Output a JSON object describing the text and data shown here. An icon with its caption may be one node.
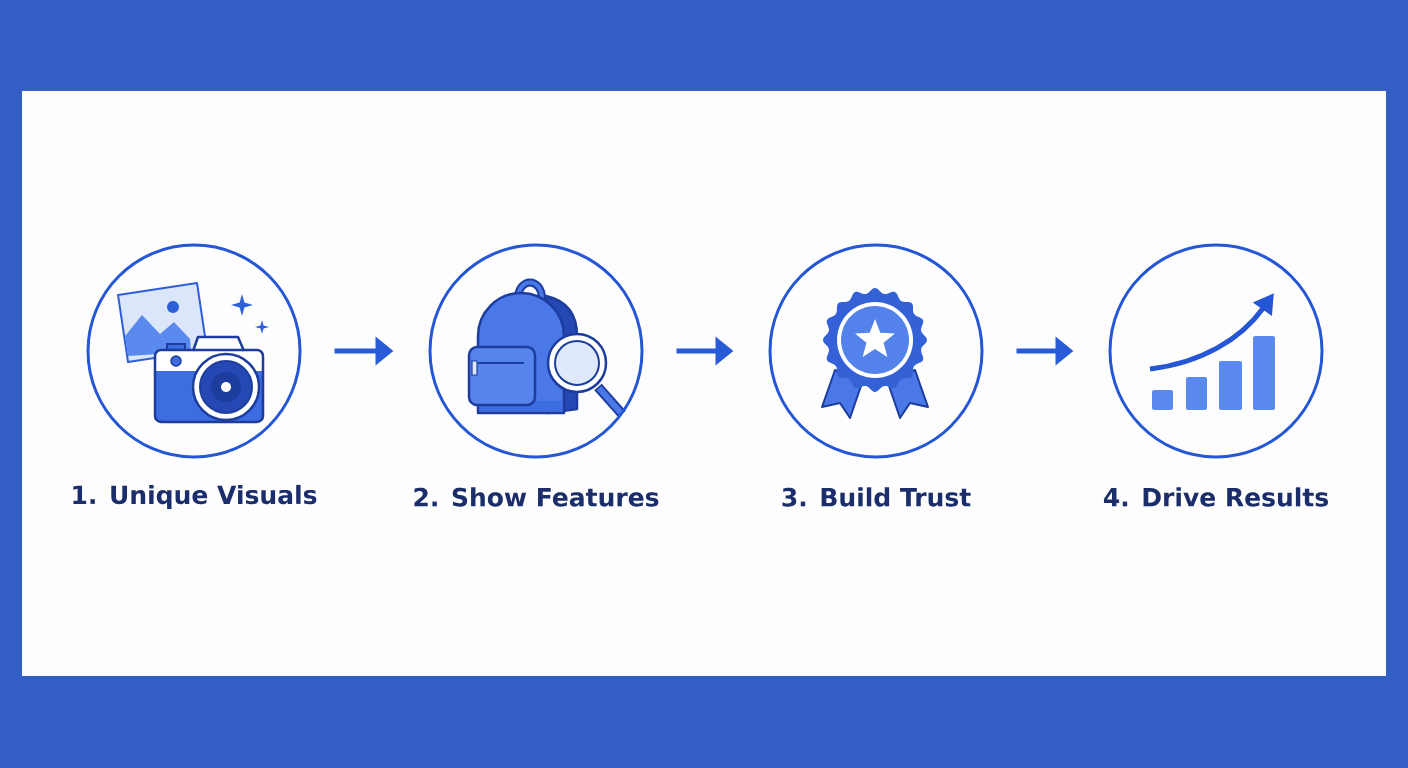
{
  "diagram": {
    "nodes": [
      {
        "text": [
          "1. Unique Visuals"
        ]
      },
      {
        "text": [
          "2. Show Features"
        ]
      },
      {
        "text": [
          "3. Build Trust"
        ]
      },
      {
        "text": [
          "4. Drive Results"
        ]
      }
    ],
    "edges": [
      {
        "from": 0,
        "to": 1,
        "arrow": "to"
      },
      {
        "from": 1,
        "to": 2,
        "arrow": "to"
      },
      {
        "from": 2,
        "to": 3,
        "arrow": "to"
      }
    ]
  }
}
